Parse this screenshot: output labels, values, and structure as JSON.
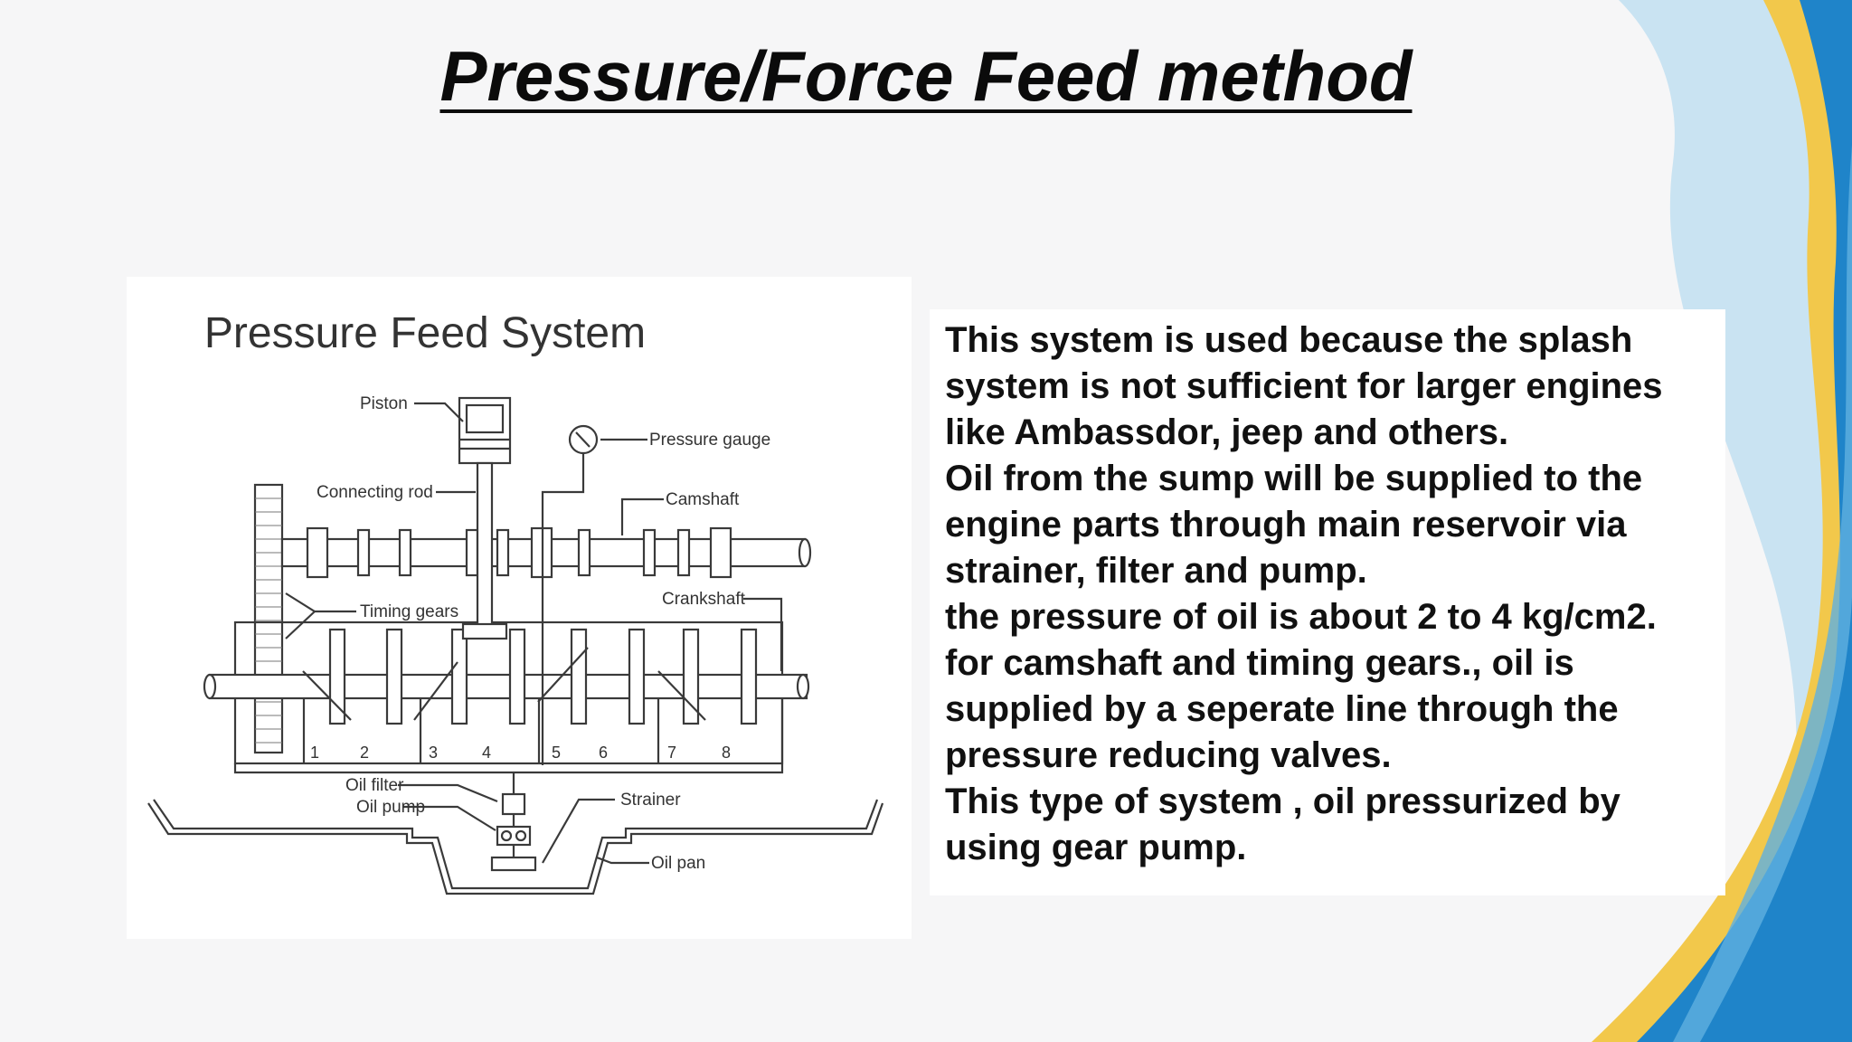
{
  "slide": {
    "title": "Pressure/Force Feed method",
    "colors": {
      "blue_wave": "#1f84c9",
      "light_blue_wave": "#b9dcf0",
      "yellow_wave": "#f2c84b",
      "background": "#f6f6f7",
      "text": "#111111"
    }
  },
  "figure": {
    "heading": "Pressure Feed System",
    "labels": {
      "piston": "Piston",
      "pressure_gauge": "Pressure gauge",
      "connecting_rod": "Connecting rod",
      "camshaft": "Camshaft",
      "timing_gears": "Timing gears",
      "crankshaft": "Crankshaft",
      "oil_filter": "Oil filter",
      "oil_pump": "Oil pump",
      "strainer": "Strainer",
      "oil_pan": "Oil pan"
    },
    "bearing_numbers": [
      "1",
      "2",
      "3",
      "4",
      "5",
      "6",
      "7",
      "8"
    ]
  },
  "description": {
    "lines": [
      "This system is used because the splash",
      "system is not sufficient for larger engines",
      "like Ambassdor, jeep and others.",
      "Oil from the sump will be supplied to the",
      "engine parts through main reservoir via",
      "strainer, filter and pump.",
      "the pressure of oil is about 2 to 4 kg/cm2.",
      "for camshaft and timing gears., oil is",
      "supplied by a seperate line through the",
      "pressure reducing valves.",
      "This type of system , oil pressurized by",
      "using gear pump."
    ]
  }
}
